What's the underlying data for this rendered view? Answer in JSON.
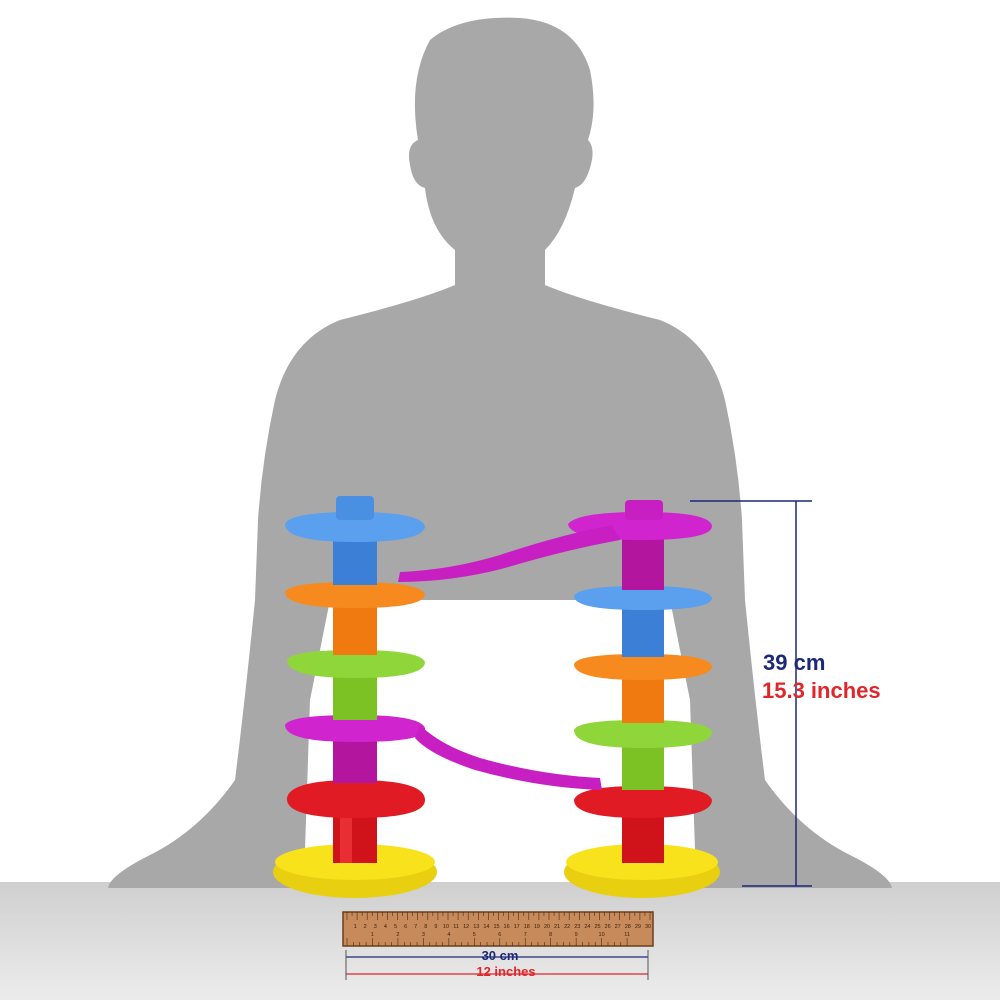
{
  "height_dimension": {
    "cm_label": "39 cm",
    "inch_label": "15.3 inches"
  },
  "width_dimension": {
    "cm_label": "30 cm",
    "inch_label": "12 inches"
  },
  "ruler": {
    "cm_ticks": [
      "1",
      "2",
      "3",
      "4",
      "5",
      "6",
      "7",
      "8",
      "9",
      "10",
      "11",
      "12",
      "13",
      "14",
      "15",
      "16",
      "17",
      "18",
      "19",
      "20",
      "21",
      "22",
      "23",
      "24",
      "25",
      "26",
      "27",
      "28",
      "29",
      "30"
    ],
    "inch_ticks": [
      "1",
      "2",
      "3",
      "4",
      "5",
      "6",
      "7",
      "8",
      "9",
      "10",
      "11"
    ]
  },
  "colors": {
    "silhouette": "#a8a8a8",
    "table": "#d9d9d9",
    "ruler": "#c78a5a",
    "dim_cm": "#1c2878",
    "dim_in": "#e0262a",
    "blue": "#4a90e2",
    "orange": "#f78a1e",
    "green": "#8fd63a",
    "magenta": "#c81fc2",
    "red": "#e01b24",
    "yellow": "#f7e21c"
  }
}
